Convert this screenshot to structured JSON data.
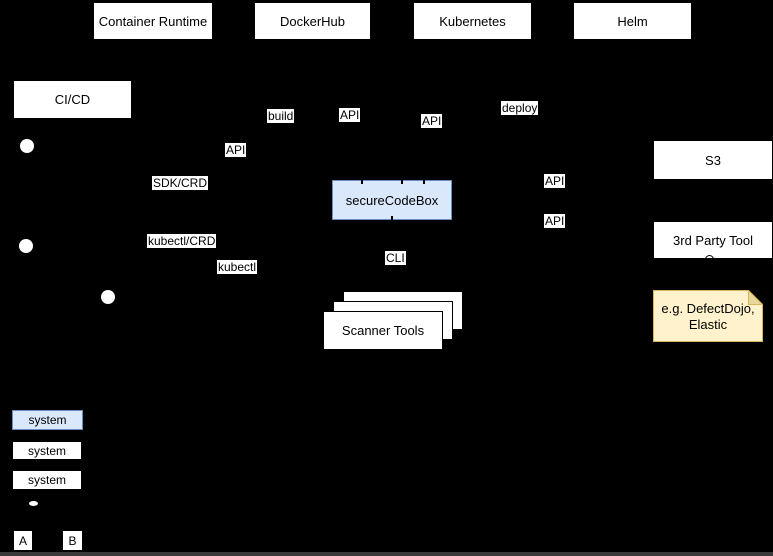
{
  "colors": {
    "background": "#000000",
    "node_fill": "#ffffff",
    "node_border": "#000000",
    "node_text": "#000000",
    "accent_fill": "#dae8fc",
    "accent_border": "#6c8ebf",
    "note_fill": "#fff2cc",
    "note_border": "#d6b656",
    "note_fold": "#e6d79c",
    "label_bg": "#ffffff",
    "actor_fill": "#ffffff",
    "footer_strip": "#3a3a3a"
  },
  "nodes": {
    "container_runtime": "Container Runtime",
    "dockerhub": "DockerHub",
    "kubernetes": "Kubernetes",
    "helm": "Helm",
    "cicd": "CI/CD",
    "securecodebox": "secureCodeBox",
    "s3": "S3",
    "third_party_tool": "3rd Party Tool",
    "defectdojo_note": "e.g. DefectDojo, Elastic",
    "scanner_tools": "Scanner Tools"
  },
  "edge_labels": {
    "build": "build",
    "api_dockerhub": "API",
    "api_kubernetes": "API",
    "deploy": "deploy",
    "api_cicd": "API",
    "sdk_crd": "SDK/CRD",
    "kubectl_crd": "kubectl/CRD",
    "kubectl": "kubectl",
    "cli": "CLI",
    "api_s3": "API",
    "api_third_party": "API"
  },
  "legend": {
    "items": [
      {
        "label": "system",
        "variant": "accent"
      },
      {
        "label": "system",
        "variant": "plain"
      },
      {
        "label": "system",
        "variant": "plain"
      }
    ],
    "marker_a": "A",
    "marker_b": "B"
  }
}
